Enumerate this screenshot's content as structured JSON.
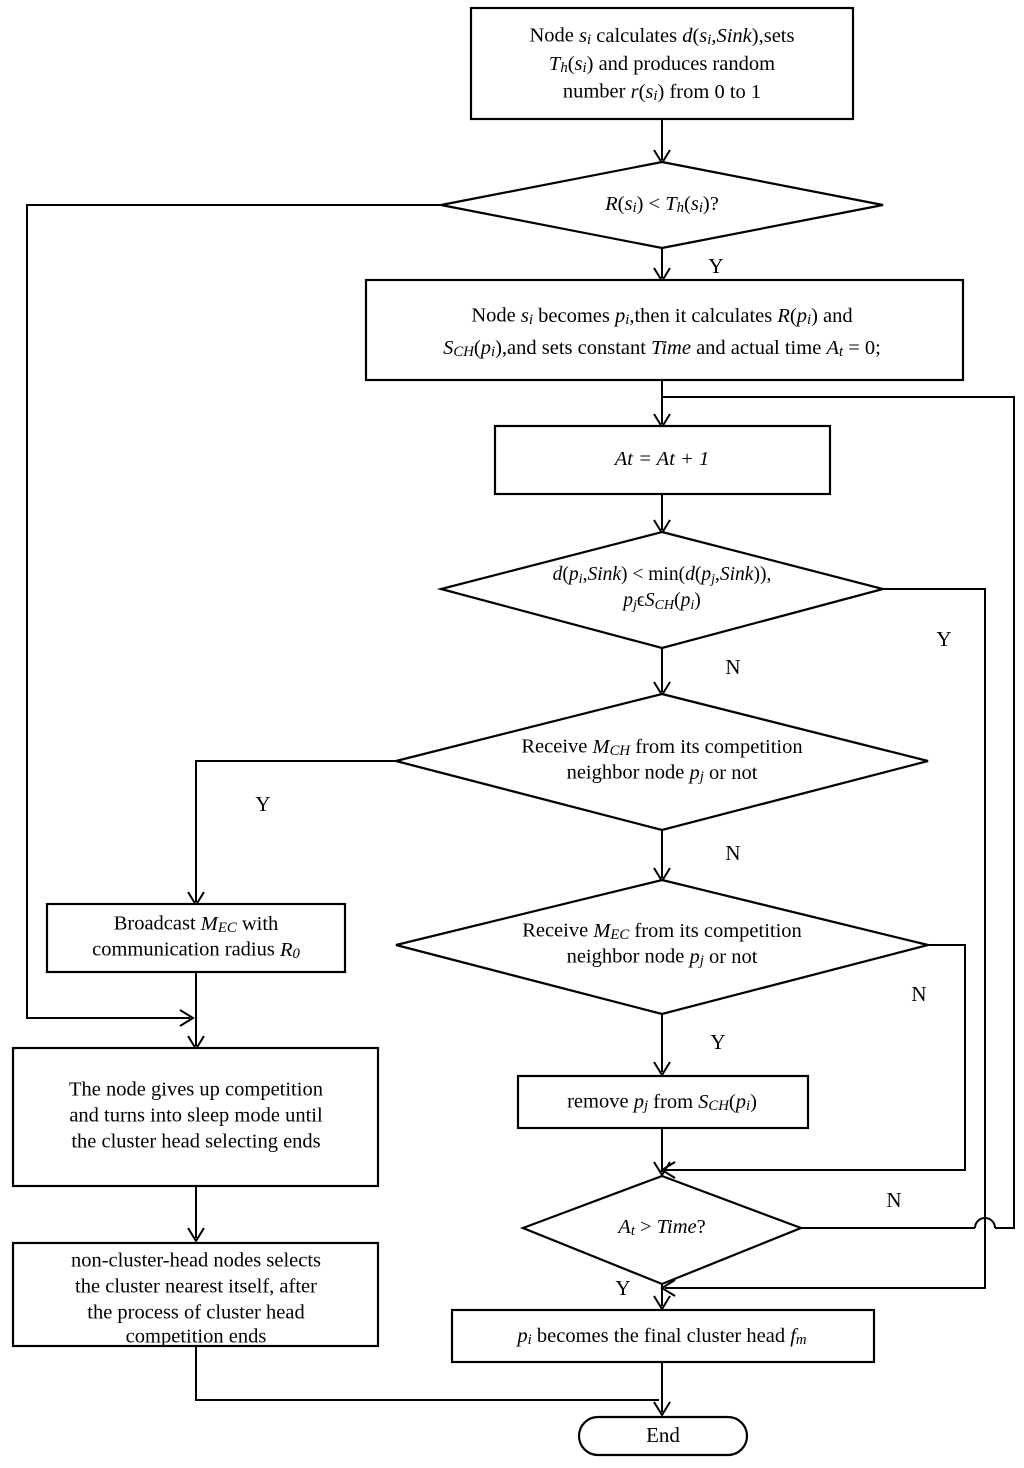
{
  "diagram": {
    "title": "Cluster head competition and selection flowchart",
    "type": "flowchart",
    "background_color": "#ffffff",
    "line_color": "#000000",
    "text_color": "#000000"
  },
  "nodes": {
    "start_process": {
      "shape": "process",
      "line1": "Node s",
      "line1_sub": "i",
      "line1_cont": " calculates ",
      "line1_math": "d(s",
      "line1_math_sub": "i",
      "line1_math_cont": ",Sink),sets",
      "line2_math": "T",
      "line2_sub": "h",
      "line2_arg": "(s",
      "line2_arg_sub": "i",
      "line2_cont": ") and produces random",
      "line3": "number ",
      "line3_math": "r(s",
      "line3_sub": "i",
      "line3_cont": ") from 0 to 1",
      "plain": "Node s_i calculates d(s_i,Sink),sets T_h(s_i) and produces random number r(s_i) from 0 to 1"
    },
    "decision_threshold": {
      "shape": "decision",
      "text_math_a": "R(s",
      "sub_a": "i",
      "mid": ") < ",
      "text_math_b": "T",
      "sub_b": "h",
      "text_math_c": "(s",
      "sub_c": "i",
      "tail": ")?",
      "plain": "R(s_i) < T_h(s_i)?"
    },
    "becomes_candidate": {
      "shape": "process",
      "plain": "Node s_i becomes p_i,then it calculates R(p_i) and S_CH(p_i),and sets constant Time and actual time A_t = 0;"
    },
    "increment_at": {
      "shape": "process",
      "plain": "At = At + 1"
    },
    "decision_min_distance": {
      "shape": "decision",
      "plain": "d(p_i,Sink) < min(d(p_j,Sink)), p_jϵS_CH(p_i)"
    },
    "decision_receive_mch": {
      "shape": "decision",
      "plain": "Receive M_CH from its competition neighbor node p_j or not"
    },
    "decision_receive_mec": {
      "shape": "decision",
      "plain": "Receive M_EC from its competition neighbor node p_j or not"
    },
    "broadcast_mec": {
      "shape": "process",
      "plain": "Broadcast M_EC with communication radius R_0"
    },
    "give_up_competition": {
      "shape": "process",
      "plain": "The node gives up competition and turns into sleep mode until the cluster head selecting ends"
    },
    "non_cluster_head": {
      "shape": "process",
      "plain": "non-cluster-head nodes  selects the cluster nearest itself, after the process of cluster head competition ends"
    },
    "remove_pj": {
      "shape": "process",
      "plain": "remove p_j from S_CH(p_i)"
    },
    "decision_time_expired": {
      "shape": "decision",
      "plain": "A_t > Time?"
    },
    "final_cluster_head": {
      "shape": "process",
      "plain": "p_i becomes the final cluster head f_m"
    },
    "end_terminator": {
      "shape": "terminator",
      "label": "End"
    }
  },
  "branch_labels": {
    "threshold_yes": "Y",
    "min_distance_yes": "Y",
    "min_distance_no": "N",
    "mch_yes": "Y",
    "mch_no": "N",
    "mec_yes": "Y",
    "mec_no": "N",
    "time_yes": "Y",
    "time_no": "N"
  }
}
